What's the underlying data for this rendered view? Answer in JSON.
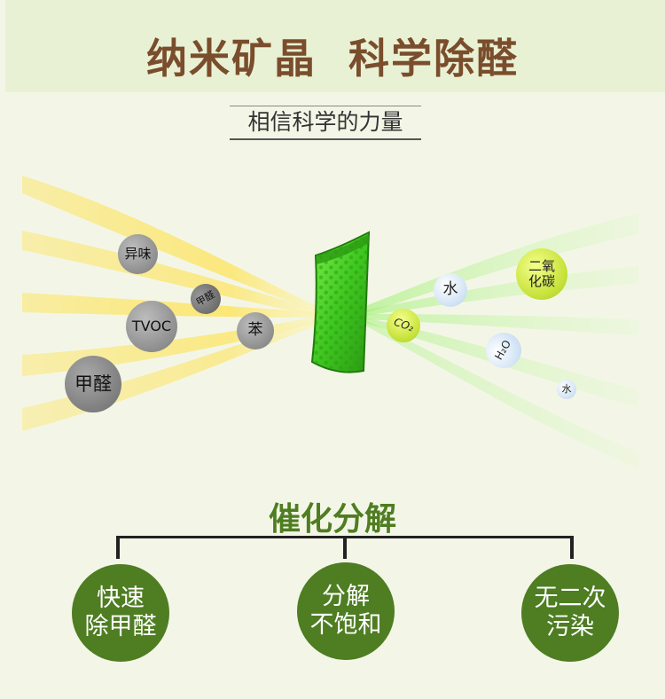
{
  "header": {
    "title": "纳米矿晶  科学除醛",
    "subtitle": "相信科学的力量"
  },
  "pollutants": {
    "yiwei": "异味",
    "jiaquan_small": "甲醛",
    "tvoc": "TVOC",
    "ben": "苯",
    "jiaquan_large": "甲醛"
  },
  "products": {
    "shui": "水",
    "co2": "CO₂",
    "h2o": "H₂O",
    "co2_text": "二氧\n化碳",
    "shui_small": "水"
  },
  "process": {
    "title": "催化分解",
    "benefits": [
      {
        "label": "快速\n除甲醛"
      },
      {
        "label": "分解\n不饱和"
      },
      {
        "label": "无二次\n污染"
      }
    ]
  },
  "colors": {
    "title_brown": "#7a4d2c",
    "accent_green": "#4e7d22",
    "pollution_yellow": "#ffe14a",
    "clean_green": "#a6f07a"
  }
}
